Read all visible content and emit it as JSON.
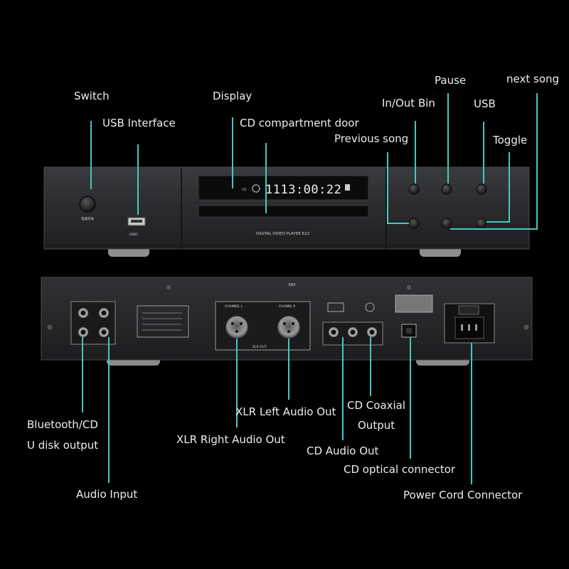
{
  "colors": {
    "background": "#000000",
    "callout_line": "#43c9c0",
    "chassis": "#2a2b2d",
    "label_text": "#ededed"
  },
  "front_labels": {
    "switch": "Switch",
    "usb_interface": "USB Interface",
    "display": "Display",
    "cd_door": "CD compartment door",
    "in_out_bin": "In/Out Bin",
    "pause": "Pause",
    "usb": "USB",
    "next_song": "next song",
    "previous_song": "Previous song",
    "toggle": "Toggle"
  },
  "rear_labels": {
    "bluetooth_cd_line1": "Bluetooth/CD",
    "bluetooth_cd_line2": "U disk output",
    "audio_input": "Audio Input",
    "xlr_left": "XLR Left Audio Out",
    "xlr_right": "XLR Right Audio Out",
    "cd_coaxial_line1": "CD Coaxial",
    "cd_coaxial_line2": "Output",
    "cd_audio_out": "CD Audio Out",
    "cd_optical": "CD optical connector",
    "power_cord": "Power Cord Connector"
  },
  "device": {
    "display_time": "1113:00:22",
    "model_text": "DIGITAL VIDEO PLAYER E22",
    "usb_port_label": "USB1",
    "channel_l": "CHANNEL L",
    "channel_r": "CHANNL R",
    "xlr_out": "XLR OUT",
    "rear_serial": "380"
  }
}
